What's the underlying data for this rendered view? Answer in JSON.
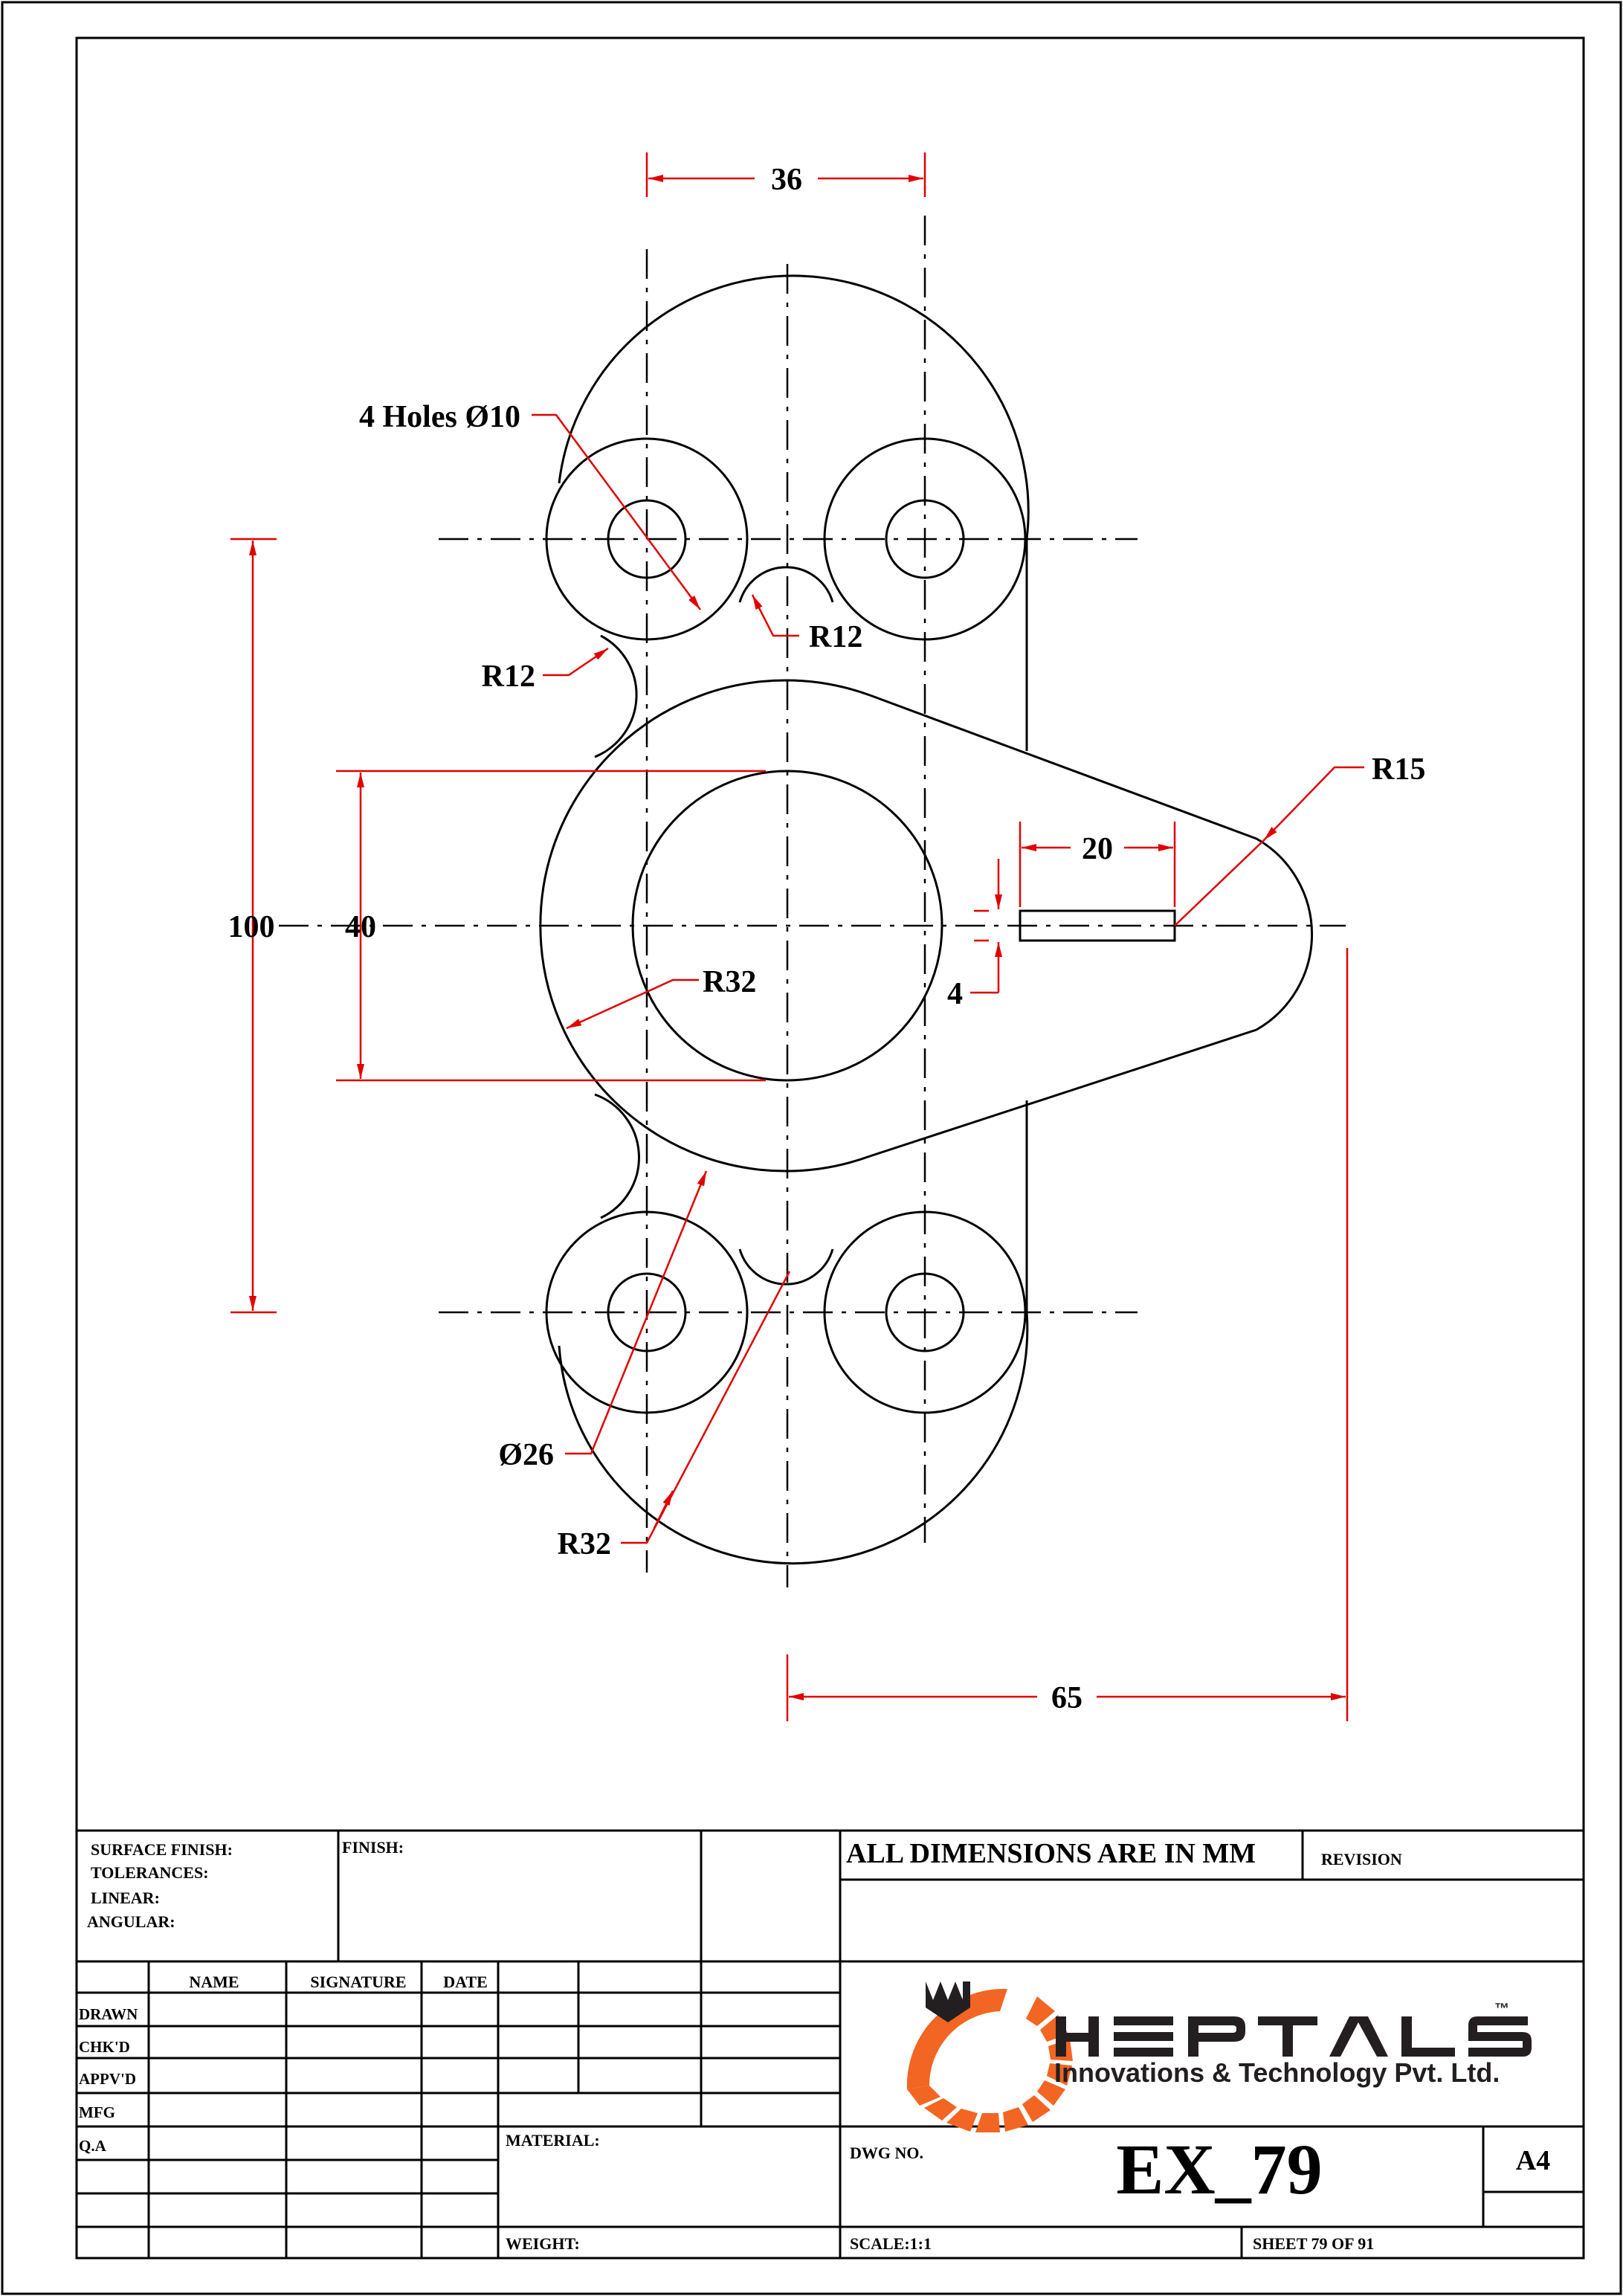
{
  "drawing": {
    "dimensions": {
      "top_spacing": "36",
      "holes_note": "4 Holes Ø10",
      "r12_top": "R12",
      "r12_left": "R12",
      "r15": "R15",
      "slot_length": "20",
      "overall_height": "100",
      "bore_dia": "40",
      "r32_inner": "R32",
      "slot_width": "4",
      "boss_dia": "Ø26",
      "r32_outer": "R32",
      "right_offset": "65"
    }
  },
  "title_block": {
    "surface_finish": "SURFACE FINISH:",
    "tolerances": "TOLERANCES:",
    "linear": "LINEAR:",
    "angular": "ANGULAR:",
    "finish": "FINISH:",
    "all_dims": "ALL DIMENSIONS ARE IN MM",
    "revision": "REVISION",
    "col_name": "NAME",
    "col_signature": "SIGNATURE",
    "col_date": "DATE",
    "row_drawn": "DRAWN",
    "row_chkd": "CHK'D",
    "row_appvd": "APPV'D",
    "row_mfg": "MFG",
    "row_qa": "Q.A",
    "material": "MATERIAL:",
    "weight": "WEIGHT:",
    "dwg_no_label": "DWG NO.",
    "dwg_no": "EX_79",
    "size": "A4",
    "scale": "SCALE:1:1",
    "sheet": "SHEET 79 OF 91",
    "logo_name": "HEPTALS",
    "logo_tm": "™",
    "logo_sub": "Innovations & Technology Pvt. Ltd."
  },
  "colors": {
    "dimension": "#e00000",
    "outline": "#000000",
    "logo_orange": "#f26522",
    "logo_dark": "#231f20"
  }
}
